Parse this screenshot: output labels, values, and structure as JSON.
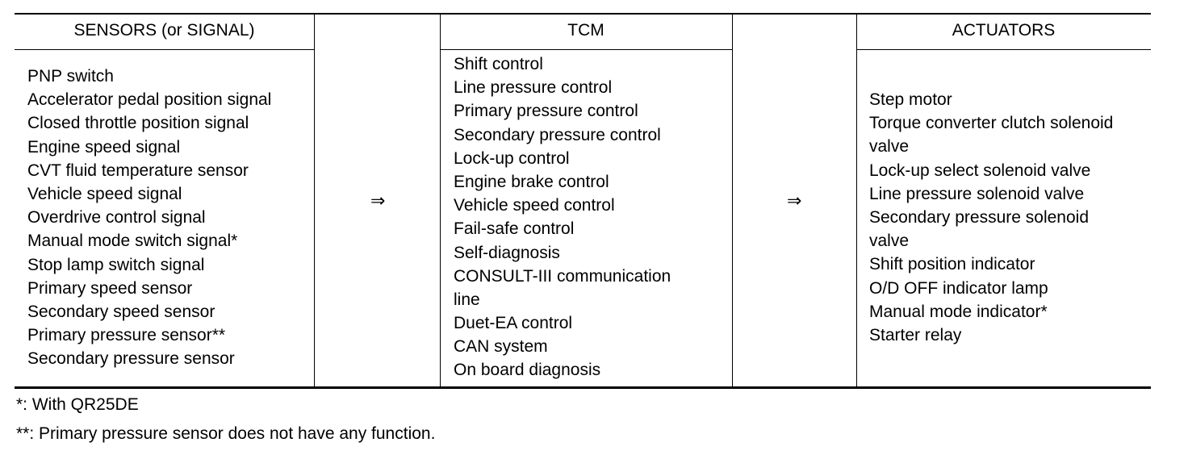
{
  "columns": {
    "sensors": {
      "header": "SENSORS (or SIGNAL)",
      "items": [
        "PNP switch",
        "Accelerator pedal position signal",
        "Closed throttle position signal",
        "Engine speed signal",
        "CVT fluid temperature sensor",
        "Vehicle speed signal",
        "Overdrive control signal",
        "Manual mode switch signal*",
        "Stop lamp switch signal",
        "Primary speed sensor",
        "Secondary speed sensor",
        "Primary pressure sensor**",
        "Secondary pressure sensor"
      ]
    },
    "arrow1": "⇒",
    "tcm": {
      "header": "TCM",
      "items": [
        "Shift control",
        "Line pressure control",
        "Primary pressure control",
        "Secondary pressure control",
        "Lock-up control",
        "Engine brake control",
        "Vehicle speed control",
        "Fail-safe control",
        "Self-diagnosis",
        "CONSULT-III communication",
        "line",
        "Duet-EA control",
        "CAN system",
        "On board diagnosis"
      ]
    },
    "arrow2": "⇒",
    "actuators": {
      "header": "ACTUATORS",
      "items": [
        "Step motor",
        "Torque converter clutch solenoid",
        "valve",
        "Lock-up select solenoid valve",
        "Line pressure solenoid valve",
        "Secondary pressure solenoid",
        "valve",
        "Shift position indicator",
        "O/D OFF indicator lamp",
        "Manual mode indicator*",
        "Starter relay"
      ]
    }
  },
  "footnotes": {
    "note1": "*: With QR25DE",
    "note2": "**: Primary pressure sensor does not have any function."
  }
}
